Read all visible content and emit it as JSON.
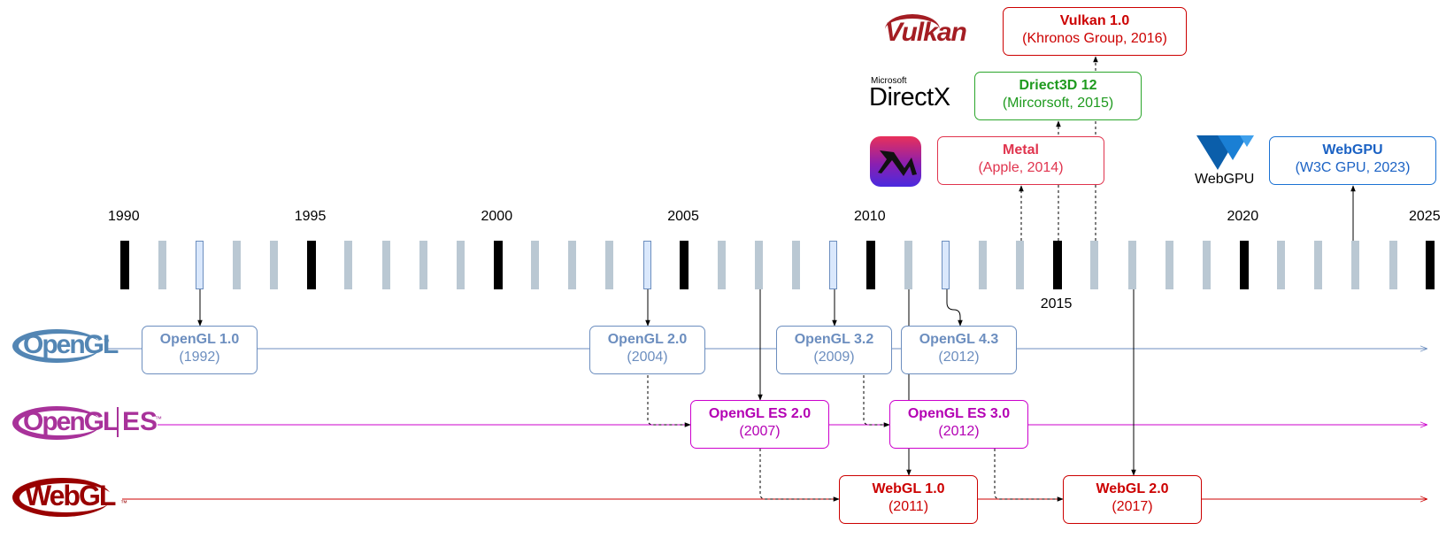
{
  "years": [
    {
      "label": "1990",
      "year": 1990
    },
    {
      "label": "1995",
      "year": 1995
    },
    {
      "label": "2000",
      "year": 2000
    },
    {
      "label": "2005",
      "year": 2005
    },
    {
      "label": "2010",
      "year": 2010
    },
    {
      "label": "2015",
      "year": 2015
    },
    {
      "label": "2020",
      "year": 2020
    },
    {
      "label": "2025",
      "year": 2025
    }
  ],
  "tracks": {
    "opengl": {
      "logo": "OpenGL",
      "logo_mark": "™",
      "color": "#6c8ebf"
    },
    "opengl_es": {
      "logo_a": "OpenGL",
      "logo_b": "ES",
      "logo_mark": "™",
      "color": "#cc00cc"
    },
    "webgl": {
      "logo": "WebGL",
      "logo_mark": "™",
      "color": "#cc0000"
    }
  },
  "releases": {
    "gl10": {
      "title": "OpenGL 1.0",
      "sub": "(1992)"
    },
    "gl20": {
      "title": "OpenGL 2.0",
      "sub": "(2004)"
    },
    "gl32": {
      "title": "OpenGL 3.2",
      "sub": "(2009)"
    },
    "gl43": {
      "title": "OpenGL 4.3",
      "sub": "(2012)"
    },
    "es20": {
      "title": "OpenGL ES 2.0",
      "sub": "(2007)"
    },
    "es30": {
      "title": "OpenGL ES 3.0",
      "sub": "(2012)"
    },
    "wgl10": {
      "title": "WebGL 1.0",
      "sub": "(2011)"
    },
    "wgl20": {
      "title": "WebGL 2.0",
      "sub": "(2017)"
    },
    "metal": {
      "title": "Metal",
      "sub": "(Apple, 2014)"
    },
    "d3d12": {
      "title": "Driect3D 12",
      "sub": "(Mircorsoft, 2015)"
    },
    "vulkan": {
      "title": "Vulkan 1.0",
      "sub": "(Khronos Group, 2016)"
    },
    "webgpu": {
      "title": "WebGPU",
      "sub": "(W3C GPU, 2023)"
    }
  },
  "logos": {
    "vulkan": "Vulkan",
    "directx_brand": "Microsoft",
    "directx": "DirectX",
    "webgpu": "WebGPU",
    "metal_icon": "metal-icon"
  }
}
